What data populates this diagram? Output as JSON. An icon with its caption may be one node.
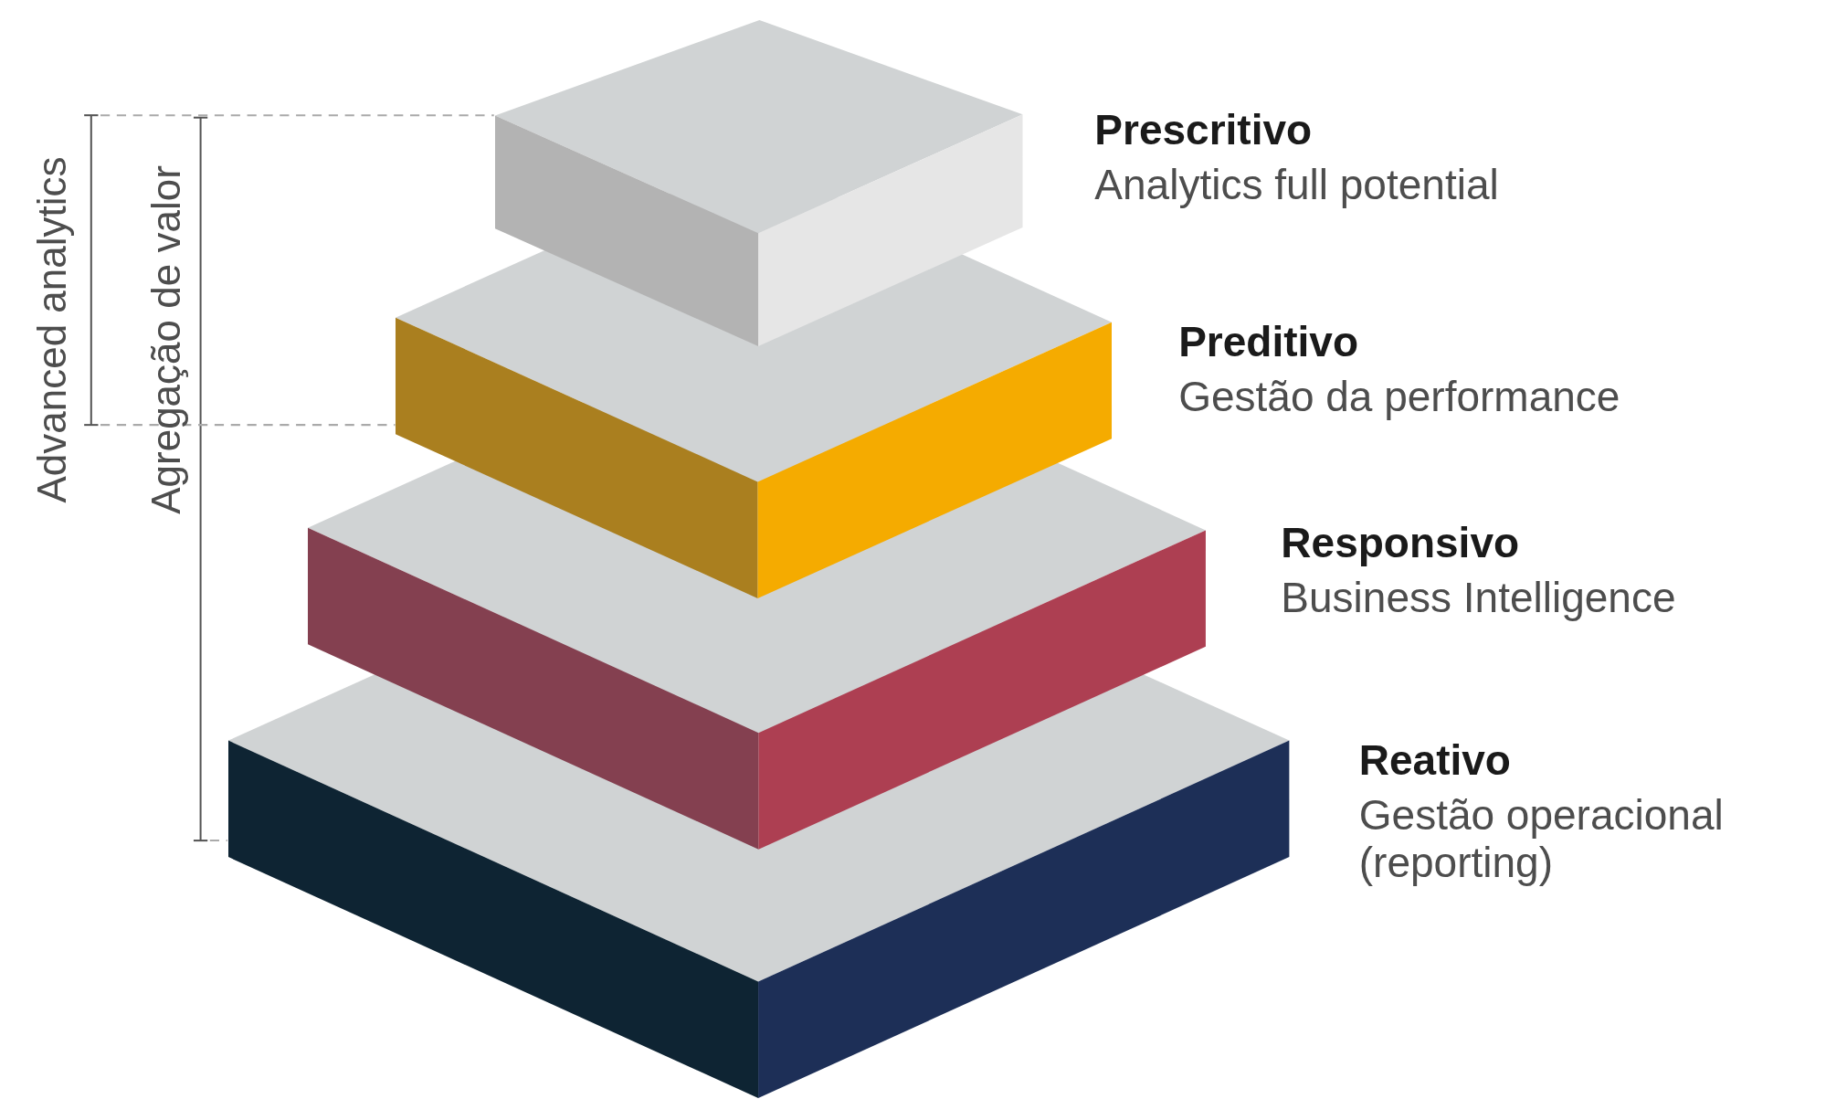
{
  "diagram": {
    "nodes": [
      {
        "text": [
          "Prescritivo",
          "Analytics full potential"
        ]
      },
      {
        "text": [
          "Preditivo",
          "Gestão da performance"
        ]
      },
      {
        "text": [
          "Responsivo",
          "Business Intelligence"
        ]
      },
      {
        "text": [
          "Reativo",
          "Gestão operacional (reporting)"
        ]
      }
    ],
    "edges": [],
    "labels": [
      "Advanced analytics",
      "Agregação de valor"
    ]
  }
}
